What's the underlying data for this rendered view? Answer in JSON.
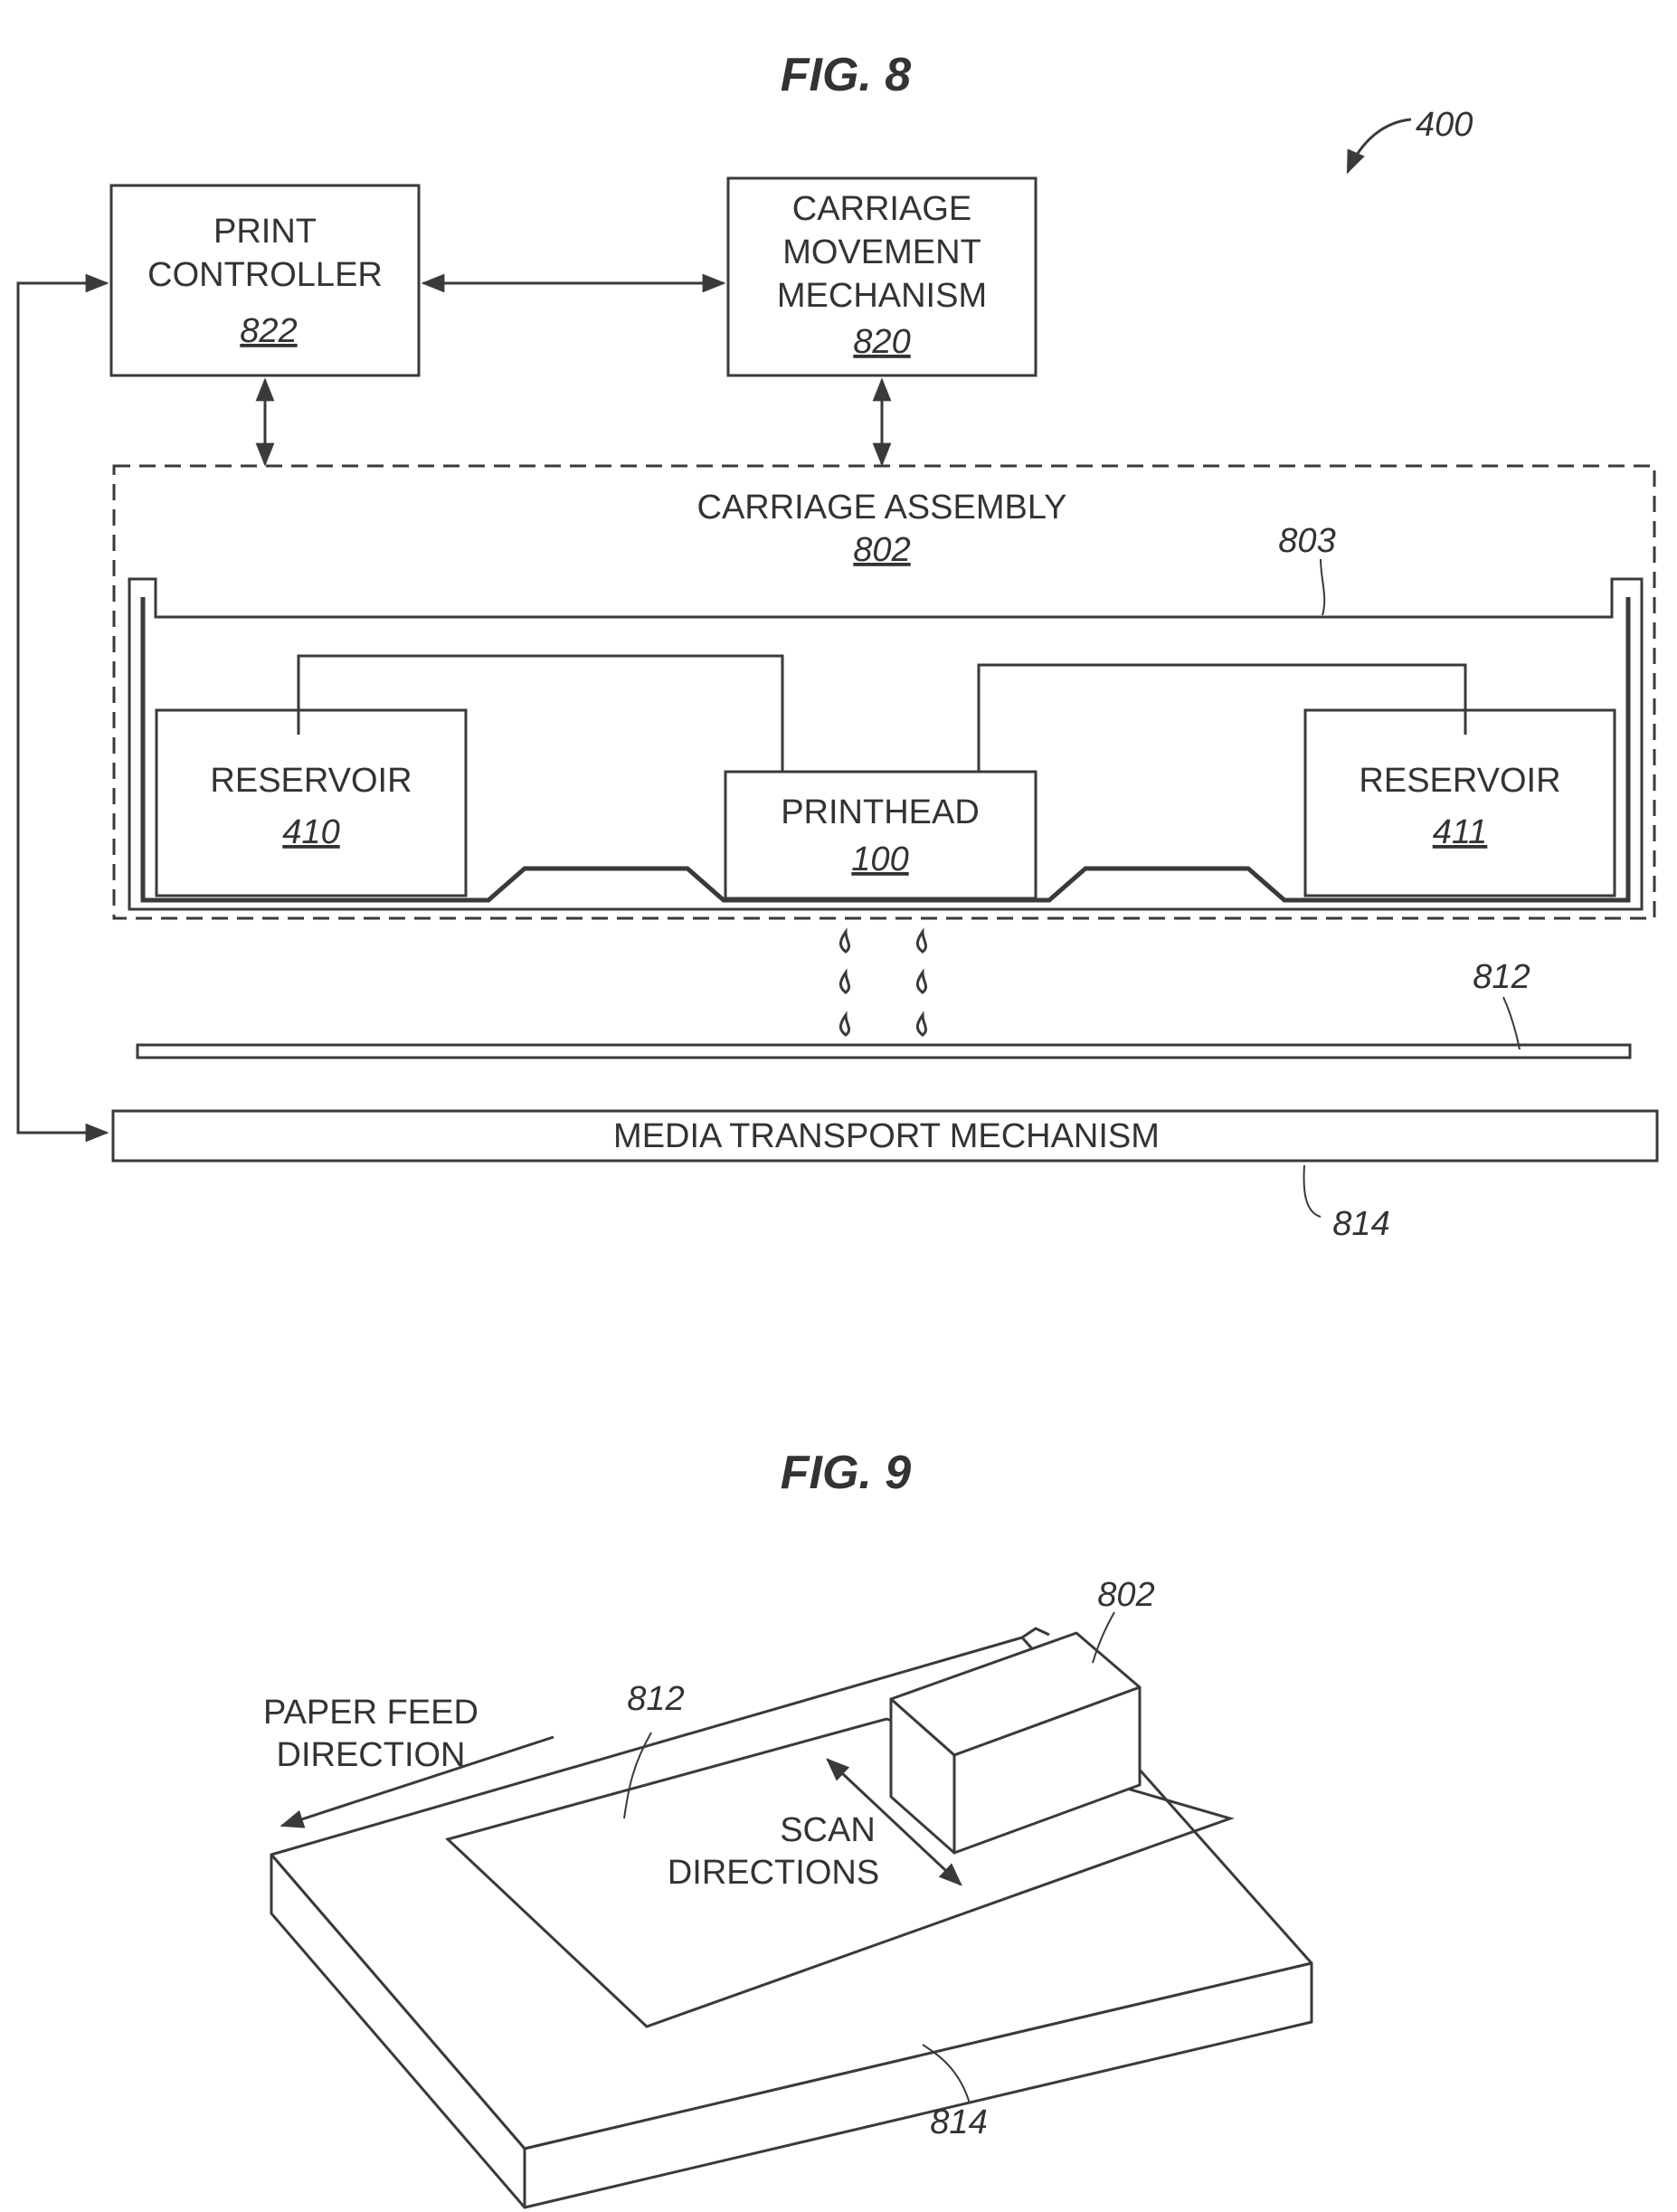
{
  "fig8": {
    "title": "FIG. 8",
    "ref_400": "400",
    "print_controller": {
      "line1": "PRINT",
      "line2": "CONTROLLER",
      "ref": "822"
    },
    "carriage_movement": {
      "line1": "CARRIAGE",
      "line2": "MOVEMENT",
      "line3": "MECHANISM",
      "ref": "820"
    },
    "carriage_assembly": {
      "label": "CARRIAGE ASSEMBLY",
      "ref": "802"
    },
    "ref_803": "803",
    "reservoir_left": {
      "label": "RESERVOIR",
      "ref": "410"
    },
    "printhead": {
      "label": "PRINTHEAD",
      "ref": "100"
    },
    "reservoir_right": {
      "label": "RESERVOIR",
      "ref": "411"
    },
    "ref_812": "812",
    "media_transport": {
      "label": "MEDIA TRANSPORT MECHANISM",
      "ref": "814"
    }
  },
  "fig9": {
    "title": "FIG. 9",
    "paper_feed": {
      "line1": "PAPER FEED",
      "line2": "DIRECTION"
    },
    "scan": {
      "line1": "SCAN",
      "line2": "DIRECTIONS"
    },
    "ref_802": "802",
    "ref_812": "812",
    "ref_814": "814"
  }
}
